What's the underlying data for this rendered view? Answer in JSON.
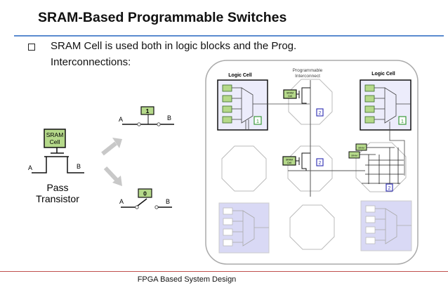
{
  "slide": {
    "title": "SRAM-Based Programmable Switches",
    "bullet_line1": "SRAM Cell is used both in logic blocks and the Prog.",
    "bullet_line2": "Interconnections:",
    "footer": "FPGA Based System Design"
  },
  "pass_transistor": {
    "sram_line1": "SRAM",
    "sram_line2": "Cell",
    "label_a": "A",
    "label_b": "B",
    "caption_line1": "Pass",
    "caption_line2": "Transistor",
    "on_state": {
      "value": "1",
      "label_a": "A",
      "label_b": "B"
    },
    "off_state": {
      "value": "0",
      "label_a": "A",
      "label_b": "B"
    }
  },
  "fpga": {
    "logic_cell_left": "Logic Cell",
    "logic_cell_right": "Logic Cell",
    "interconnect_line1": "Programmable",
    "interconnect_line2": "Interconnect",
    "badge_logic": "1",
    "badge_interconnect": "2",
    "sram_small_line1": "SRAM",
    "sram_small_line2": "Cell"
  },
  "colors": {
    "sram_green": "#b5d98a",
    "logic_fill": "#ececfb",
    "logic_faded": "#d9d9f5",
    "badge_green": "#3a9a3a",
    "badge_blue": "#3a3ab8",
    "title_rule": "#5b8bd0",
    "footer_rule": "#c0504d"
  }
}
